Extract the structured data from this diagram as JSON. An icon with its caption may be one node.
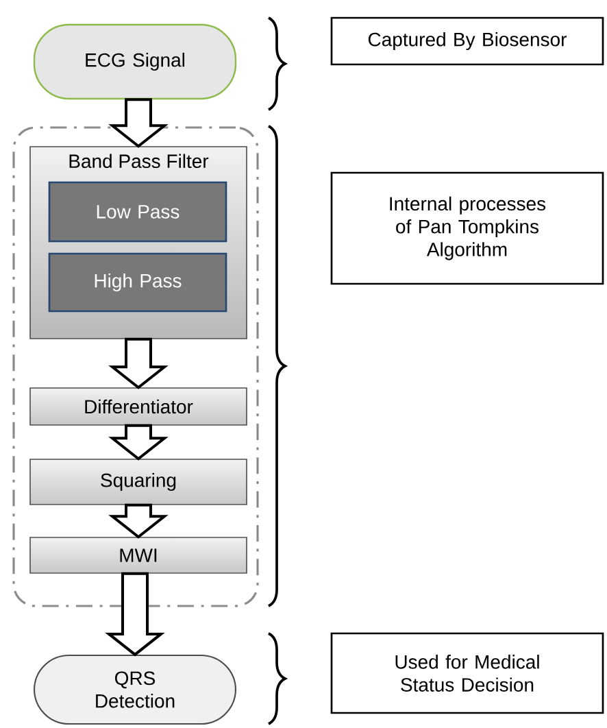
{
  "diagram": {
    "nodes": [
      {
        "text": [
          "ECG Signal"
        ]
      },
      {
        "text": [],
        "shape": "box"
      },
      {
        "text": [
          "Band Pass Filter"
        ],
        "in": 1
      },
      {
        "text": [
          "Low Pass"
        ],
        "in": 2
      },
      {
        "text": [
          "High Pass"
        ],
        "in": 2
      },
      {
        "text": [
          "Differentiator"
        ],
        "in": 1
      },
      {
        "text": [
          "Squaring"
        ],
        "in": 1
      },
      {
        "text": [
          "MWI"
        ],
        "in": 1
      },
      {
        "text": [
          "QRS Detection"
        ]
      },
      {
        "text": [
          "Captured By Biosensor"
        ]
      },
      {
        "text": [
          "Internal processes of Pan Tompkins Algorithm"
        ]
      },
      {
        "text": [
          "Used for Medical Status Decision"
        ]
      }
    ],
    "edges": [
      {
        "from": 0,
        "to": 2,
        "arrow": "to"
      },
      {
        "from": 2,
        "to": 5,
        "arrow": "to"
      },
      {
        "from": 5,
        "to": 6,
        "arrow": "to"
      },
      {
        "from": 6,
        "to": 7,
        "arrow": "to"
      },
      {
        "from": 7,
        "to": 8,
        "arrow": "to"
      }
    ]
  }
}
